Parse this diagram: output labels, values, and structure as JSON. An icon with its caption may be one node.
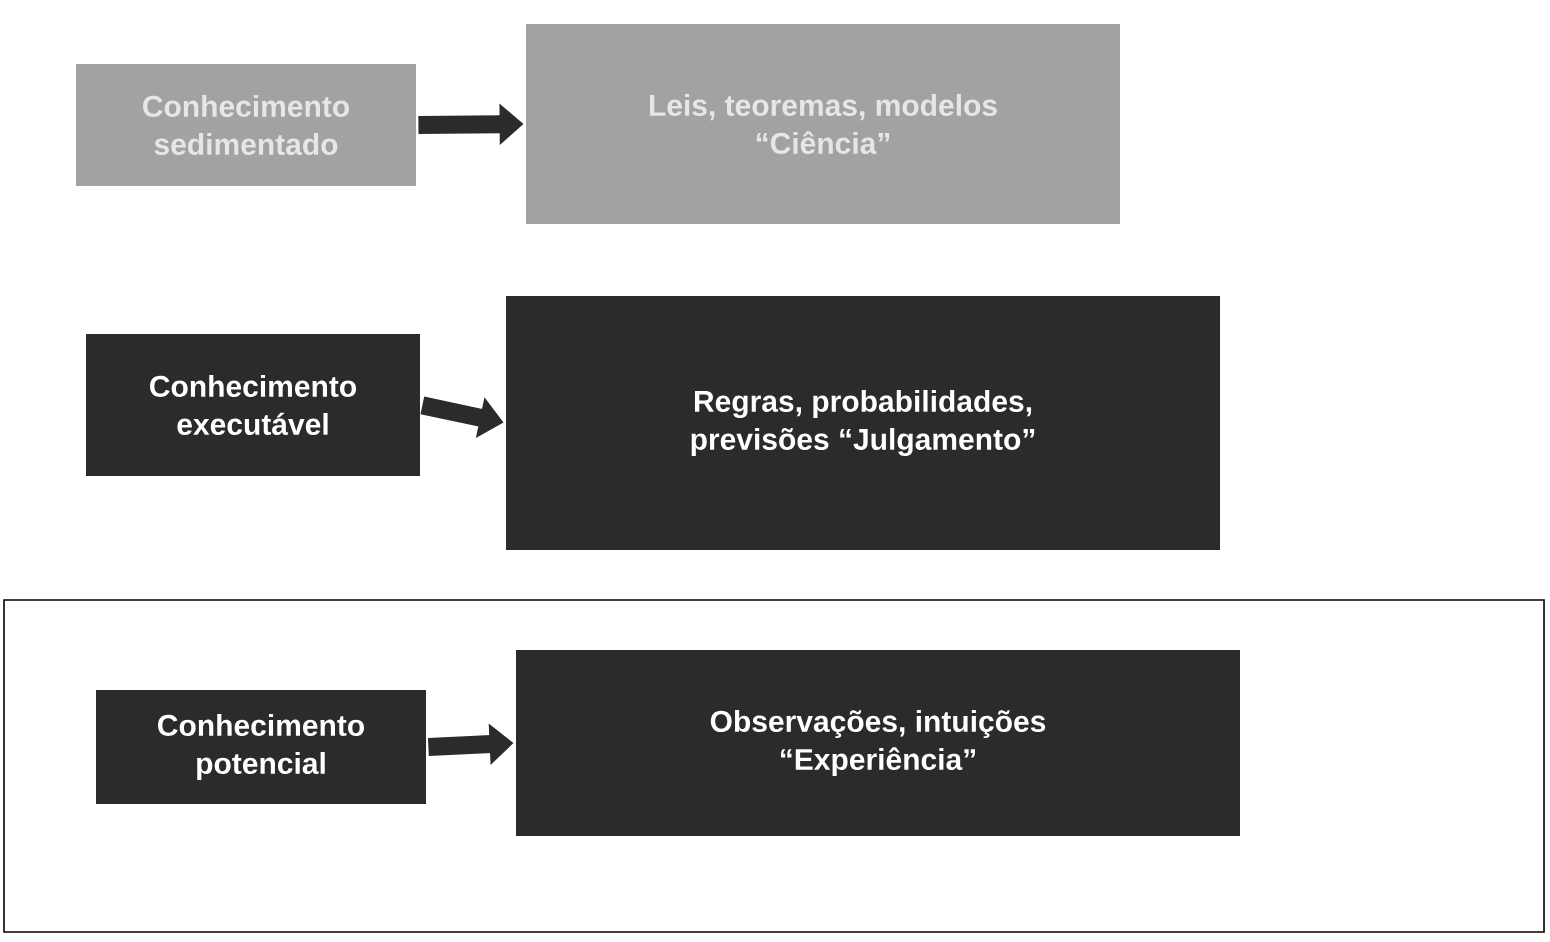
{
  "diagram": {
    "nodes": [
      {
        "text": [
          "Conhecimento sedimentado"
        ]
      },
      {
        "text": [
          "Leis, teoremas, modelos “Ciência”"
        ]
      },
      {
        "text": [
          "Conhecimento executável"
        ]
      },
      {
        "text": [
          "Regras, probabilidades, previsões “Julgamento”"
        ]
      },
      {
        "text": [],
        "shape": "box"
      },
      {
        "text": [
          "Conhecimento potencial"
        ],
        "in": 4
      },
      {
        "text": [
          "Observações, intuições “Experiência”"
        ],
        "in": 4
      }
    ],
    "edges": [
      {
        "from": 0,
        "to": 1,
        "arrow": "to"
      },
      {
        "from": 2,
        "to": 3,
        "arrow": "to"
      },
      {
        "from": 5,
        "to": 6,
        "arrow": "to"
      }
    ]
  }
}
